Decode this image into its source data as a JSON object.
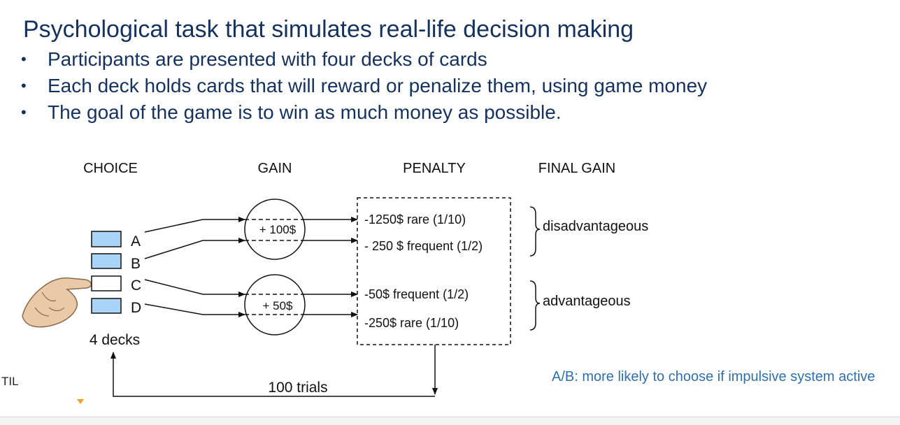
{
  "title": "Psychological task that simulates real-life decision making",
  "bullets": [
    "Participants are presented with four decks of cards",
    "Each deck holds cards that will reward or penalize them, using game money",
    "The goal of the game is to win as much money as possible."
  ],
  "diagram": {
    "headers": {
      "choice": "CHOICE",
      "gain": "GAIN",
      "penalty": "PENALTY",
      "final_gain": "FINAL GAIN"
    },
    "decks": [
      "A",
      "B",
      "C",
      "D"
    ],
    "decks_label": "4 decks",
    "gains": [
      "+ 100$",
      "+ 50$"
    ],
    "penalties": [
      "-1250$ rare (1/10)",
      "- 250 $ frequent (1/2)",
      "-50$ frequent (1/2)",
      "-250$ rare (1/10)"
    ],
    "outcomes": [
      "disadvantageous",
      "advantageous"
    ],
    "trials_label": "100 trials"
  },
  "side_label": "TIL",
  "note": "A/B: more likely to choose if impulsive system active"
}
